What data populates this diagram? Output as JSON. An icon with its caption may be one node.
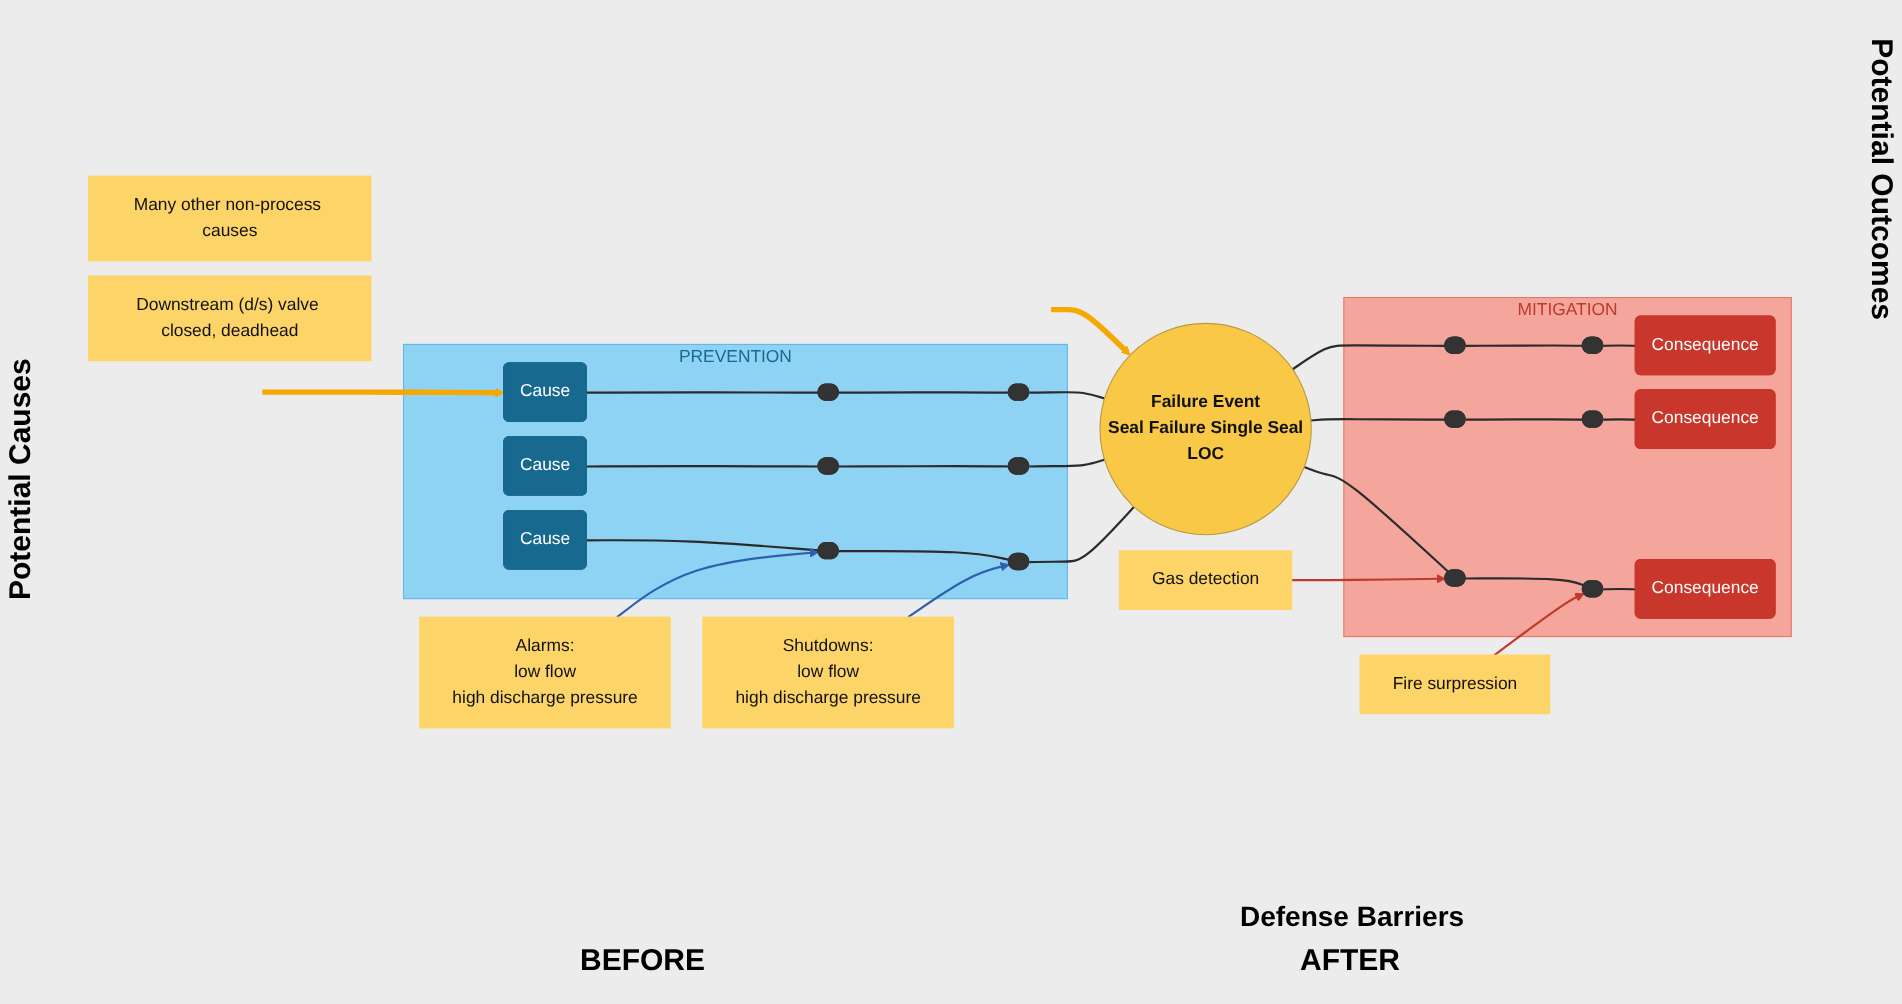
{
  "diagram": {
    "nodes": [
      {
        "text": [
          "Many other non-process causes"
        ]
      },
      {
        "text": [
          "PREVENTION"
        ]
      },
      {
        "text": [
          "Cause"
        ],
        "in": 1
      },
      {
        "text": [
          "Cause"
        ],
        "in": 1
      },
      {
        "text": [
          "Cause"
        ],
        "in": 1
      },
      {
        "text": [],
        "shape": "bar",
        "in": 1
      },
      {
        "text": [],
        "shape": "bar",
        "in": 1
      },
      {
        "text": [],
        "shape": "bar",
        "in": 1
      },
      {
        "text": [],
        "shape": "bar",
        "in": 1
      },
      {
        "text": [],
        "shape": "bar",
        "in": 1
      },
      {
        "text": [],
        "shape": "bar",
        "in": 1
      },
      {
        "text": [
          "Failure Event",
          "Seal Failure Single Seal",
          "LOC"
        ]
      },
      {
        "text": [
          "MITIGATION"
        ]
      },
      {
        "text": [
          "Consequence"
        ],
        "in": 12
      },
      {
        "text": [
          "Consequence"
        ],
        "in": 12
      },
      {
        "text": [
          "Consequence"
        ],
        "in": 12
      },
      {
        "text": [],
        "shape": "bar",
        "in": 12
      },
      {
        "text": [],
        "shape": "bar",
        "in": 12
      },
      {
        "text": [],
        "shape": "bar",
        "in": 12
      },
      {
        "text": [],
        "shape": "bar",
        "in": 12
      },
      {
        "text": [],
        "shape": "bar",
        "in": 12
      },
      {
        "text": [],
        "shape": "bar",
        "in": 12
      },
      {
        "text": [
          "Downstream (d/s) valve closed, deadhead"
        ]
      },
      {
        "text": [
          "Alarms:",
          "low flow",
          "high discharge pressure"
        ]
      },
      {
        "text": [
          "Shutdowns:",
          "low flow",
          "high discharge pressure"
        ]
      },
      {
        "text": [
          "Gas detection"
        ]
      },
      {
        "text": [
          "Fire surpression"
        ]
      }
    ],
    "edges": [
      {
        "from": null,
        "to": 2,
        "arrow": "to",
        "style": "thick",
        "color": "#f5a800"
      },
      {
        "from": null,
        "to": 11,
        "arrow": "to",
        "style": "thick",
        "color": "#f5a800"
      },
      {
        "from": 2,
        "to": 5,
        "arrow": "none"
      },
      {
        "from": 5,
        "to": 6,
        "arrow": "none"
      },
      {
        "from": 6,
        "to": 11,
        "arrow": "none"
      },
      {
        "from": 3,
        "to": 7,
        "arrow": "none"
      },
      {
        "from": 7,
        "to": 8,
        "arrow": "none"
      },
      {
        "from": 8,
        "to": 11,
        "arrow": "none"
      },
      {
        "from": 4,
        "to": 9,
        "arrow": "none"
      },
      {
        "from": 9,
        "to": 10,
        "arrow": "none"
      },
      {
        "from": 10,
        "to": 11,
        "arrow": "none"
      },
      {
        "from": 11,
        "to": 16,
        "arrow": "none"
      },
      {
        "from": 16,
        "to": 17,
        "arrow": "none"
      },
      {
        "from": 17,
        "to": 13,
        "arrow": "none"
      },
      {
        "from": 11,
        "to": 18,
        "arrow": "none"
      },
      {
        "from": 18,
        "to": 19,
        "arrow": "none"
      },
      {
        "from": 19,
        "to": 14,
        "arrow": "none"
      },
      {
        "from": 11,
        "to": 20,
        "arrow": "none"
      },
      {
        "from": 20,
        "to": 21,
        "arrow": "none"
      },
      {
        "from": 21,
        "to": 15,
        "arrow": "none"
      },
      {
        "from": 23,
        "to": 9,
        "arrow": "to",
        "color": "#2f5fae"
      },
      {
        "from": 24,
        "to": 10,
        "arrow": "to",
        "color": "#2f5fae"
      },
      {
        "from": 25,
        "to": 20,
        "arrow": "to",
        "color": "#c0392b"
      },
      {
        "from": 26,
        "to": 21,
        "arrow": "to",
        "color": "#c0392b"
      }
    ],
    "labels": [
      "Potential Causes",
      "Potential Outcomes",
      "Defense Barriers",
      "BEFORE",
      "AFTER"
    ]
  }
}
